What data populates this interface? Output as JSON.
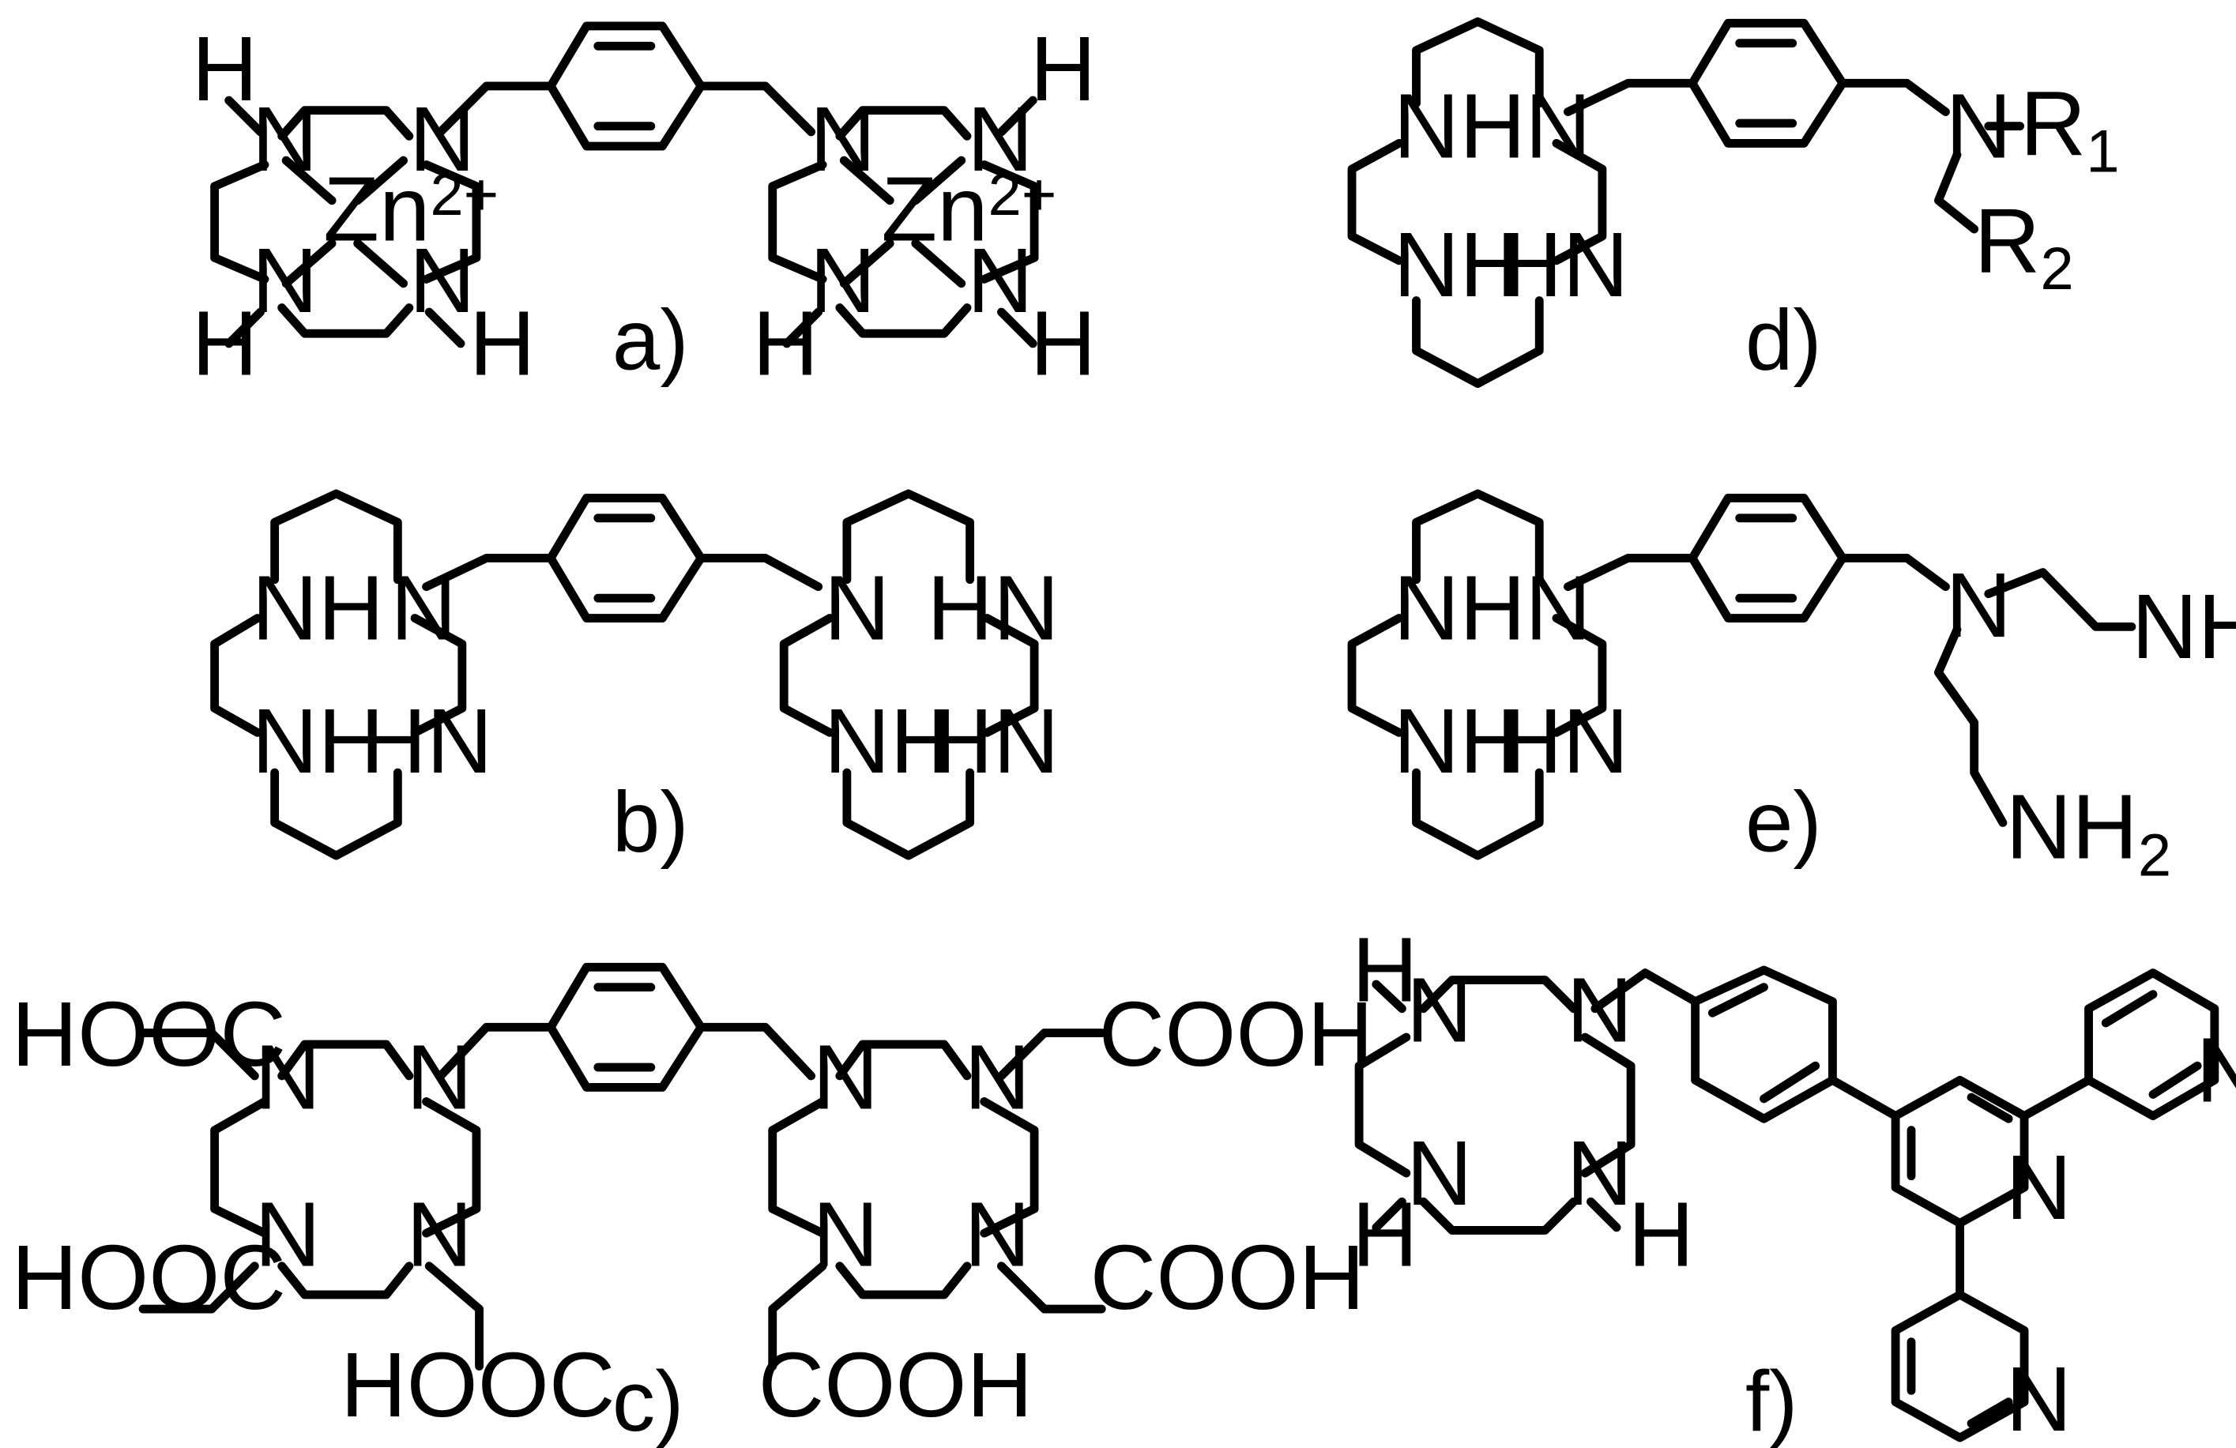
{
  "panels": {
    "a": {
      "label": "a)",
      "atoms": {
        "N": "N",
        "H": "H",
        "metal": "Zn",
        "charge": "2+"
      }
    },
    "b": {
      "label": "b)",
      "atoms": {
        "NH": "NH",
        "HN": "HN",
        "N": "N"
      }
    },
    "c": {
      "label": "c)",
      "atoms": {
        "N": "N",
        "hooc": "HOOC",
        "cooh": "COOH"
      }
    },
    "d": {
      "label": "d)",
      "atoms": {
        "NH": "NH",
        "HN": "HN",
        "N": "N",
        "R": "R",
        "one": "1",
        "two": "2"
      }
    },
    "e": {
      "label": "e)",
      "atoms": {
        "NH": "NH",
        "HN": "HN",
        "N": "N",
        "NH2": "NH",
        "two": "2"
      }
    },
    "f": {
      "label": "f)",
      "atoms": {
        "N": "N",
        "H": "H"
      }
    }
  }
}
